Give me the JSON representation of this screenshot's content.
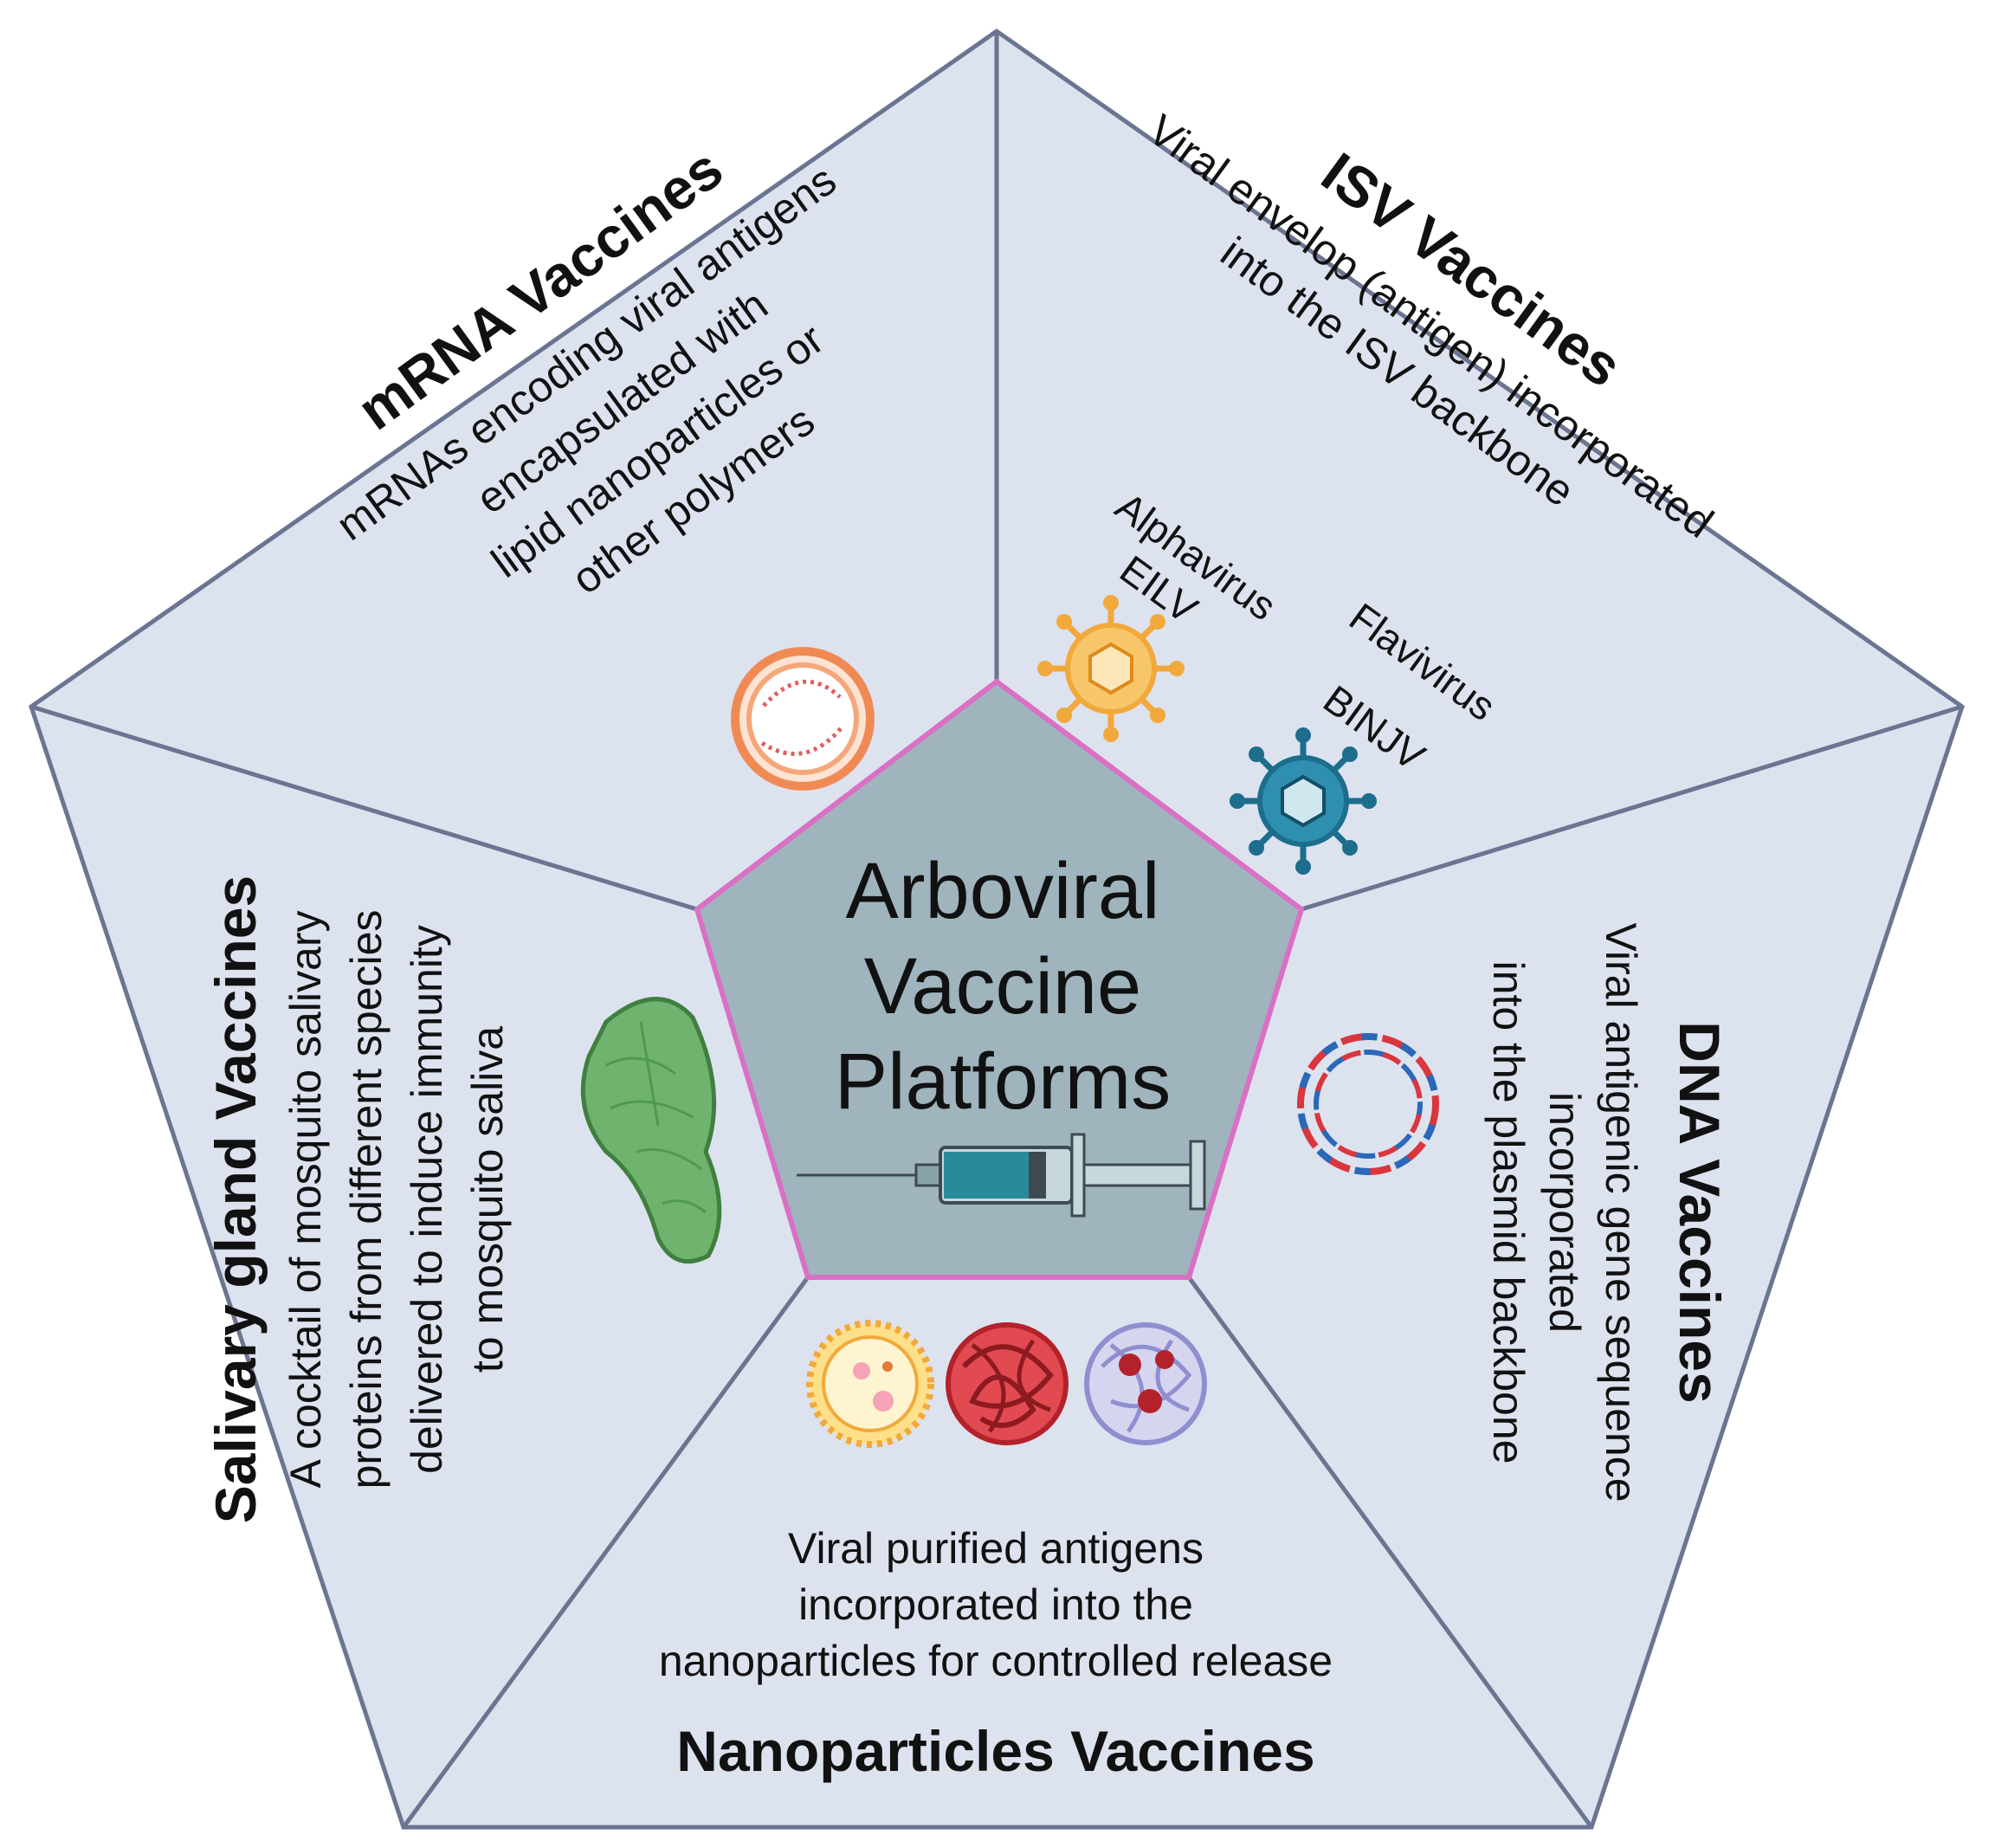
{
  "center": {
    "lines": [
      "Arboviral",
      "Vaccine",
      "Platforms"
    ]
  },
  "sections": {
    "mrna": {
      "title": "mRNA Vaccines",
      "body": [
        "mRNAs encoding viral antigens",
        "encapsulated with",
        "lipid nanoparticles or",
        "other polymers"
      ]
    },
    "isv": {
      "title": "ISV Vaccines",
      "body": [
        "Viral envelop (antigen) incorporated",
        "into the ISV backbone"
      ],
      "virus_labels": [
        "Alphavirus",
        "EILV",
        "Flavivirus",
        "BINJV"
      ]
    },
    "dna": {
      "title": "DNA Vaccines",
      "body": [
        "Viral antigenic gene sequence",
        "incorporated",
        "into the plasmid backbone"
      ]
    },
    "nano": {
      "title": "Nanoparticles Vaccines",
      "body": [
        "Viral purified antigens",
        "incorporated into the",
        "nanoparticles for controlled release"
      ]
    },
    "salivary": {
      "title": "Salivary gland Vaccines",
      "body": [
        "A cocktail of mosquito salivary",
        "proteins from different species",
        "delivered to induce immunity",
        "to mosquito saliva"
      ]
    }
  },
  "icons": {
    "mrna": "lipid-nanoparticle-icon",
    "alphavirus": "alphavirus-icon",
    "flavivirus": "flavivirus-icon",
    "dna": "plasmid-icon",
    "salivary": "salivary-gland-icon",
    "syringe": "syringe-icon",
    "nano": [
      "liposome-icon",
      "polymer-nanoparticle-icon",
      "antigen-loaded-nanoparticle-icon"
    ]
  },
  "colors": {
    "outer_fill": "#dde2ef",
    "outer_stroke": "#6b7591",
    "inner_fill": "#9fb4bd",
    "inner_stroke": "#d970c4",
    "mrna_icon": "#f08a55",
    "alphavirus_icon": "#f2a93b",
    "flavivirus_icon": "#1c6e8c",
    "dna_red": "#d9363e",
    "dna_blue": "#2a68b8",
    "salivary_icon": "#4e9a4e",
    "nano_red": "#b3222a",
    "nano_purple": "#8f8fd0"
  }
}
